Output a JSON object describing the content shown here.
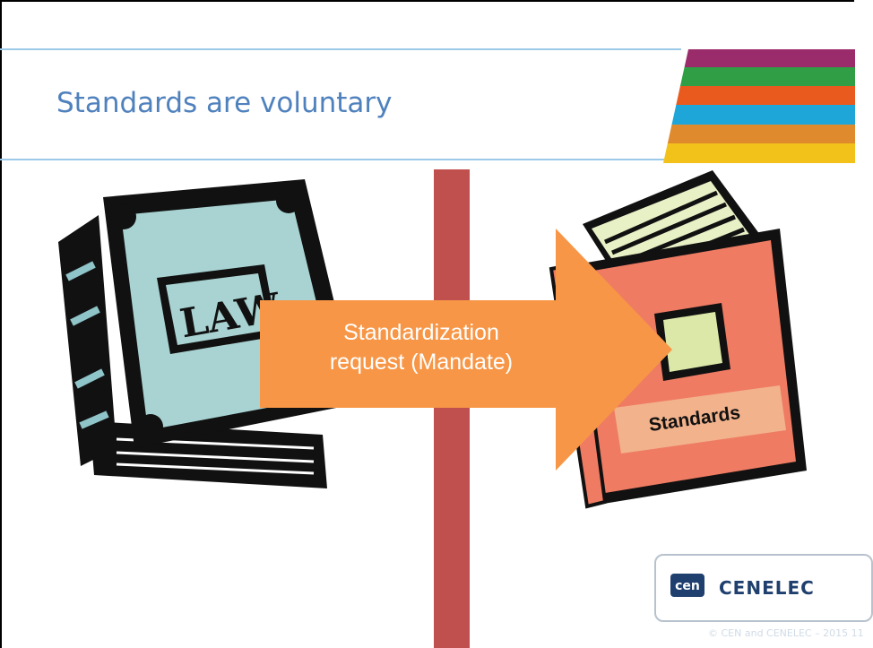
{
  "slide": {
    "title": "Standards are voluntary",
    "arrow_line1": "Standardization",
    "arrow_line2": "request (Mandate)",
    "book_law_label": "LAW",
    "book_standards_label": "Standards",
    "logo_badge": "cen",
    "logo_text": "CENELEC",
    "footer": "© CEN and CENELEC – 2015   11"
  },
  "colors": {
    "title": "#4f81bd",
    "divider": "#c0504d",
    "arrow": "#f79646",
    "stripes": [
      "#9b2c6b",
      "#2f9e44",
      "#e85a1e",
      "#1fa6d9",
      "#e08a2e",
      "#f2c21b"
    ]
  }
}
